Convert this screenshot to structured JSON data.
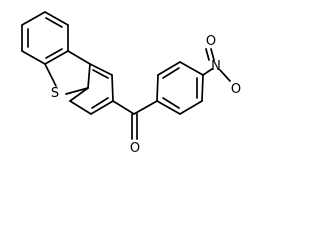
{
  "diagram": {
    "type": "chemical-structure",
    "atoms": {
      "sulfur": "S",
      "nitrogen": "N",
      "oxygen_nitro_top": "O",
      "oxygen_nitro_right": "O",
      "oxygen_carbonyl": "O"
    },
    "colors": {
      "bond": "#000000",
      "label": "#000000",
      "background": "#ffffff"
    }
  }
}
